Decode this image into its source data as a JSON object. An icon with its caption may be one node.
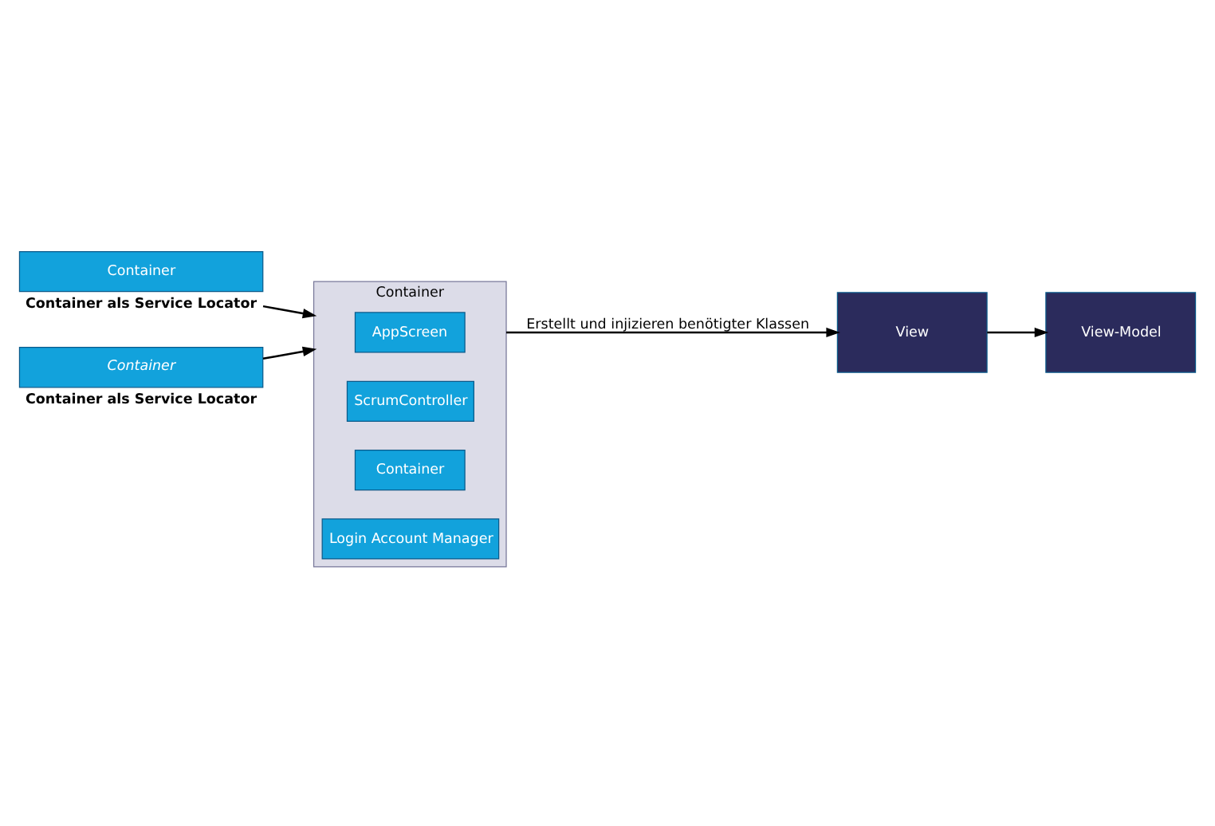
{
  "diagram": {
    "nodes": [
      {
        "text": [
          "View"
        ]
      },
      {
        "text": [
          "Container"
        ],
        "beside": [
          "Container als Service Locator"
        ]
      },
      {
        "text": [
          "View-Model"
        ]
      },
      {
        "text": [
          "Container"
        ],
        "beside": [
          "Container als Service Locator"
        ]
      },
      {
        "text": [
          "Container"
        ]
      },
      {
        "text": [
          "AppScreen"
        ],
        "in": 4
      },
      {
        "text": [
          "ScrumController"
        ],
        "in": 4
      },
      {
        "text": [
          "Container"
        ],
        "in": 4
      },
      {
        "text": [
          "Login Account Manager"
        ],
        "in": 4
      }
    ],
    "edges": [
      {
        "from": 4,
        "to": 0,
        "arrow": "to",
        "label": "Erstellt und injizieren benötigter Klassen"
      },
      {
        "from": 1,
        "to": 4,
        "arrow": "to"
      },
      {
        "from": 0,
        "to": 2,
        "arrow": "to"
      },
      {
        "from": 3,
        "to": 4,
        "arrow": "to"
      }
    ]
  }
}
